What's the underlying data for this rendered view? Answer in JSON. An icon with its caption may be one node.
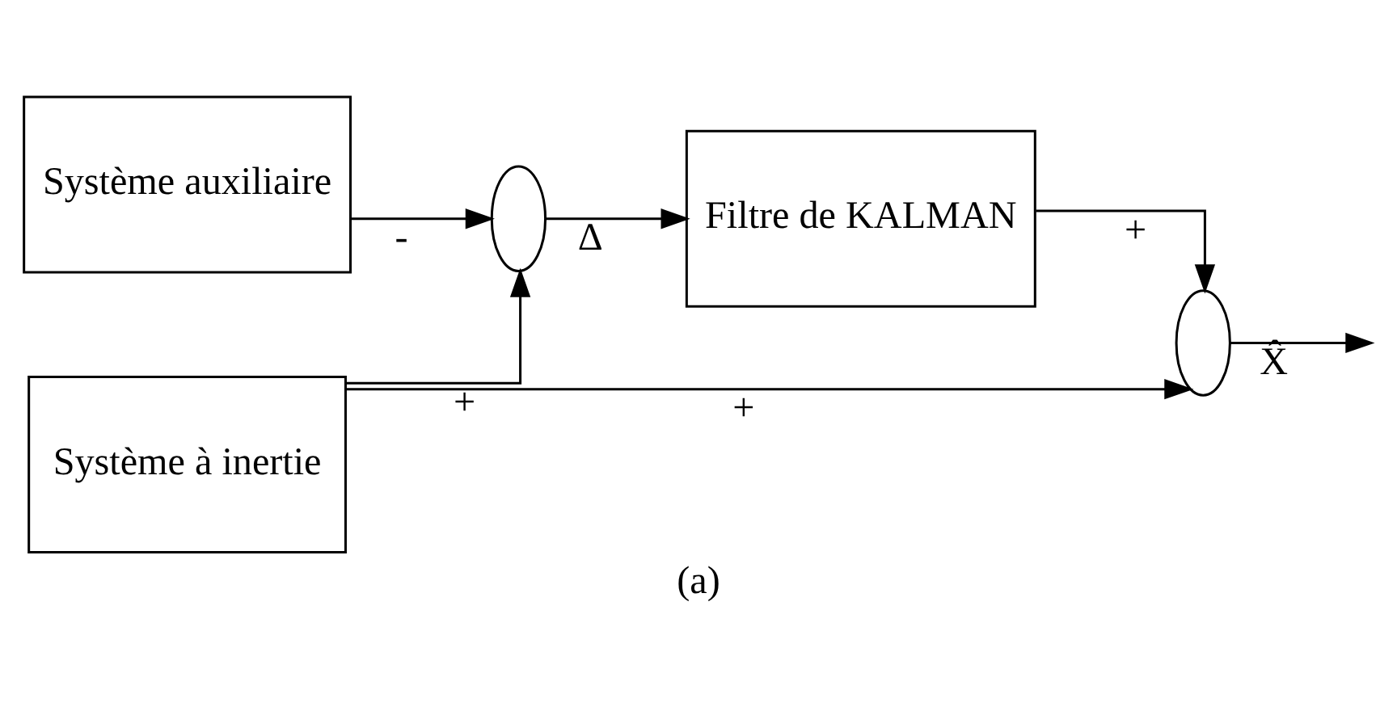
{
  "diagram": {
    "caption": "(a)",
    "nodes": [
      {
        "text": [
          "Système auxiliaire"
        ]
      },
      {
        "text": [
          "Système à inertie"
        ]
      },
      {
        "text": [],
        "shape": "ellipse"
      },
      {
        "text": [
          "Filtre de KALMAN"
        ]
      },
      {
        "text": [],
        "shape": "ellipse"
      }
    ],
    "edges": [
      {
        "from": 0,
        "to": 2,
        "arrow": "to",
        "label": "-"
      },
      {
        "from": 1,
        "to": 2,
        "arrow": "to",
        "label": "+"
      },
      {
        "from": 2,
        "to": 3,
        "arrow": "to",
        "label": "Δ"
      },
      {
        "from": 3,
        "to": 4,
        "arrow": "to",
        "label": "+"
      },
      {
        "from": 1,
        "to": 4,
        "arrow": "to",
        "label": "+"
      },
      {
        "from": 4,
        "to": null,
        "arrow": "to",
        "label": "X̂"
      }
    ]
  }
}
